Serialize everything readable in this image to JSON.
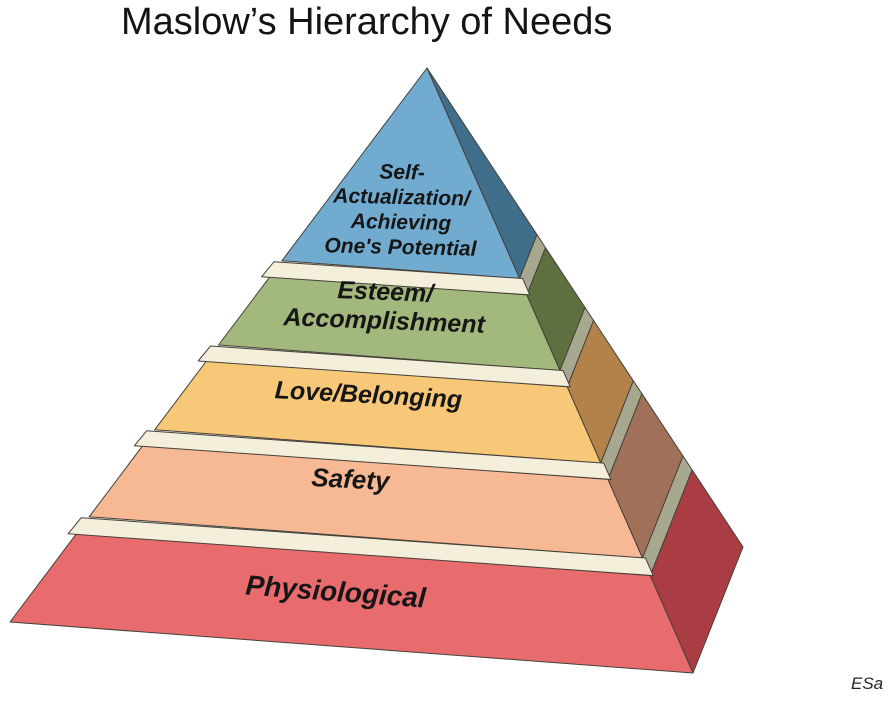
{
  "title": "Maslow’s Hierarchy of Needs",
  "signature": "ESa",
  "background_color": "#ffffff",
  "pyramid": {
    "outline_color": "#45403a",
    "separator_front_color": "#f4efda",
    "separator_side_color": "#a8a891",
    "label_color": "#161616",
    "levels": [
      {
        "name": "self-actualization",
        "label_lines": [
          "Self-",
          "Actualization/",
          "Achieving",
          "One's Potential"
        ],
        "front_color": "#72abd0",
        "side_color": "#3f6e8a",
        "top_fraction": 0.0,
        "bottom_fraction": 0.348
      },
      {
        "name": "esteem",
        "label_lines": [
          "Esteem/",
          "Accomplishment"
        ],
        "front_color": "#a2b87d",
        "side_color": "#5e7040",
        "top_fraction": 0.375,
        "bottom_fraction": 0.5
      },
      {
        "name": "love-belonging",
        "label_lines": [
          "Love/Belonging"
        ],
        "front_color": "#f7c878",
        "side_color": "#b2824a",
        "top_fraction": 0.527,
        "bottom_fraction": 0.653
      },
      {
        "name": "safety",
        "label_lines": [
          "Safety"
        ],
        "front_color": "#f7b894",
        "side_color": "#a07158",
        "top_fraction": 0.68,
        "bottom_fraction": 0.81
      },
      {
        "name": "physiological",
        "label_lines": [
          "Physiological"
        ],
        "front_color": "#e86c6d",
        "side_color": "#a93d43",
        "top_fraction": 0.839,
        "bottom_fraction": 1.0
      }
    ],
    "separators": [
      {
        "top_fraction": 0.348,
        "bottom_fraction": 0.375
      },
      {
        "top_fraction": 0.5,
        "bottom_fraction": 0.527
      },
      {
        "top_fraction": 0.653,
        "bottom_fraction": 0.68
      },
      {
        "top_fraction": 0.81,
        "bottom_fraction": 0.839
      }
    ]
  }
}
